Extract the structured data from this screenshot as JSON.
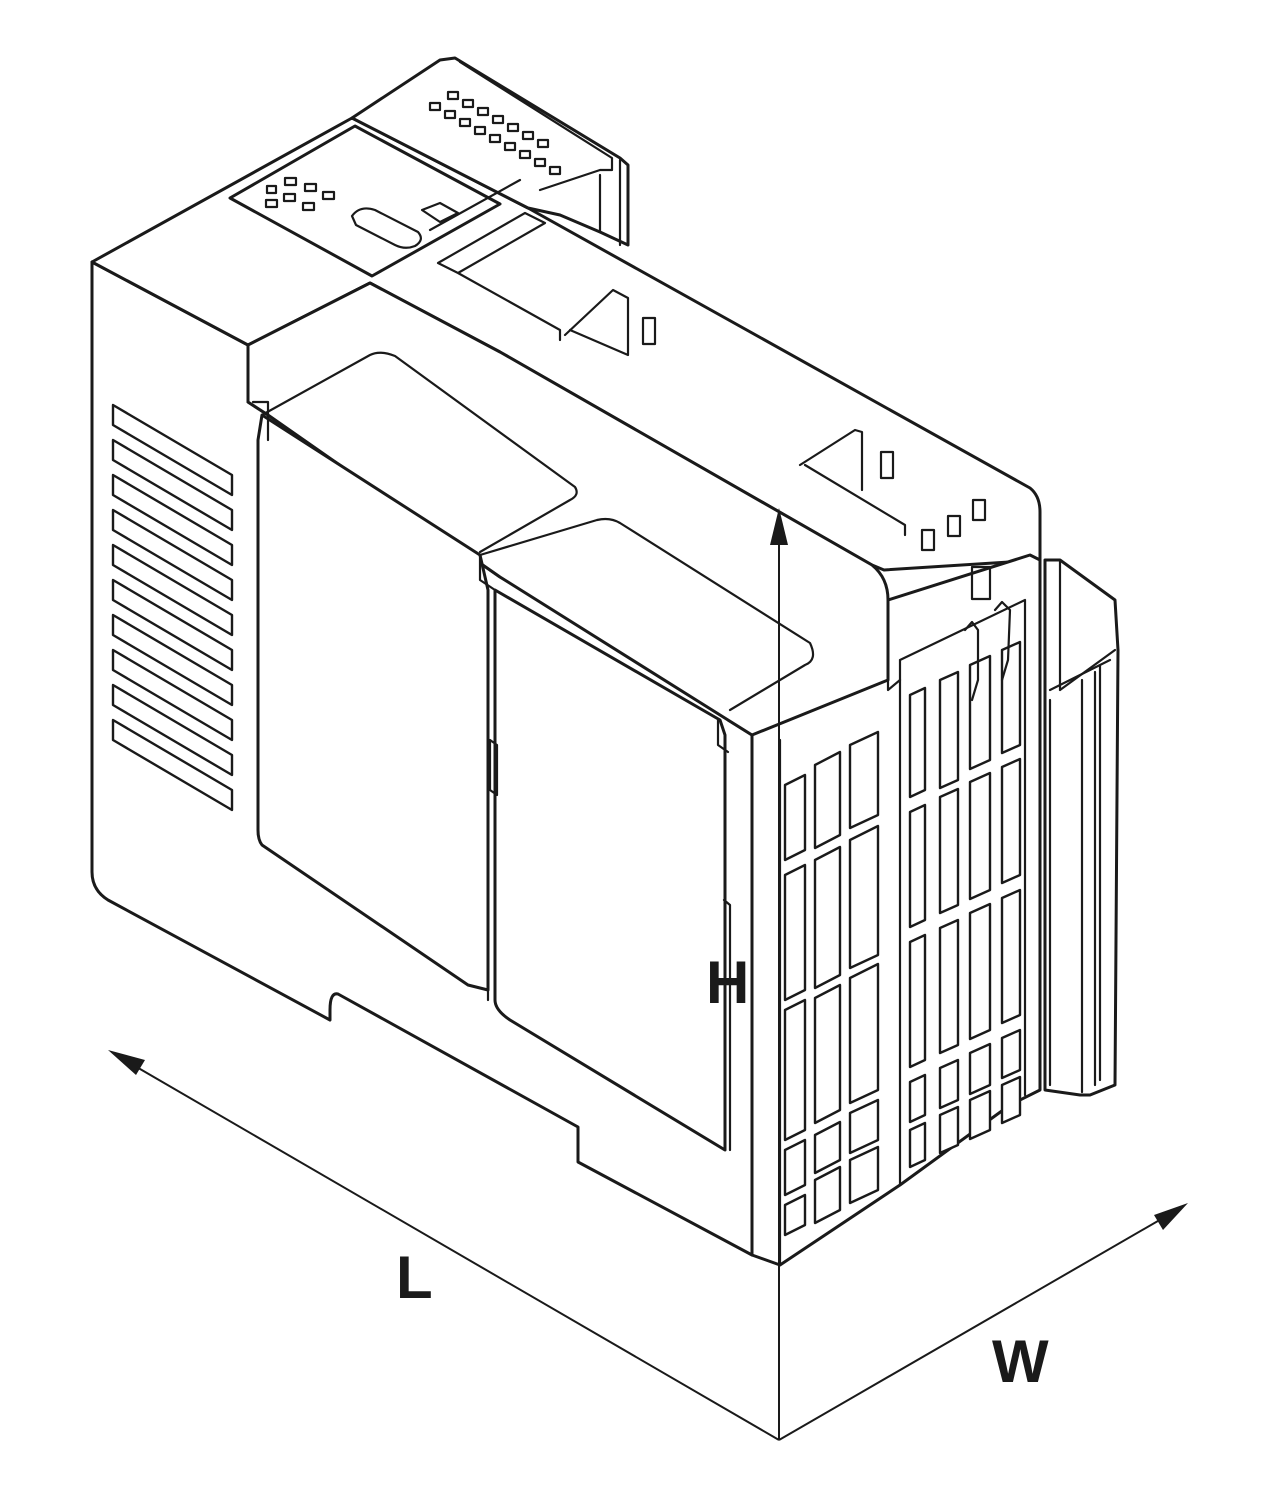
{
  "labels": {
    "length": "L",
    "height": "H",
    "width": "W"
  },
  "colors": {
    "line": "#1a1a1a",
    "background": "#ffffff"
  }
}
